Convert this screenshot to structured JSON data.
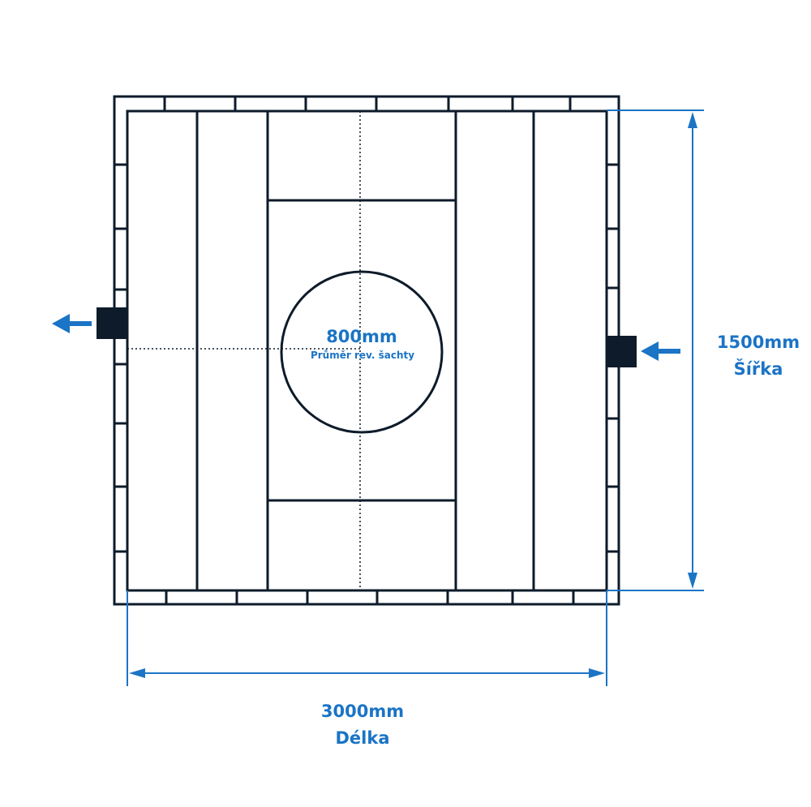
{
  "diagram": {
    "diameter_value": "800mm",
    "diameter_caption": "Průměr rev. šachty",
    "width_value": "1500mm",
    "width_label": "Šířka",
    "length_value": "3000mm",
    "length_label": "Délka"
  },
  "colors": {
    "line": "#0d1b2a",
    "dimension": "#1b74c5"
  },
  "icons": {
    "outlet": "arrow-left-icon",
    "inlet": "arrow-left-icon"
  }
}
